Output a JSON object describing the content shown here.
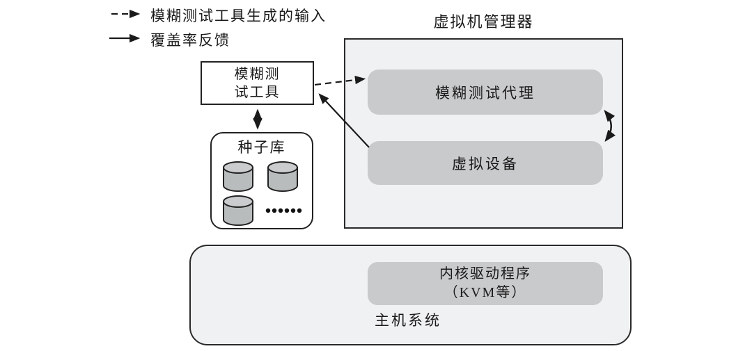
{
  "legend": {
    "dashed": {
      "label": "模糊测试工具生成的输入"
    },
    "solid": {
      "label": "覆盖率反馈"
    }
  },
  "fuzz_tool": {
    "line1": "模糊测",
    "line2": "试工具"
  },
  "seed_store": {
    "title": "种子库",
    "cylinder_count": 3,
    "dots_count": 6,
    "dots": "······"
  },
  "vm_manager": {
    "title": "虚拟机管理器",
    "fuzz_agent": {
      "label": "模糊测试代理"
    },
    "virtual_device": {
      "label": "虚拟设备"
    }
  },
  "host_system": {
    "label": "主机系统",
    "kernel_driver": {
      "line1": "内核驱动程序",
      "line2": "（KVM等）"
    }
  },
  "colors": {
    "background": "#ffffff",
    "panel_fill": "#f0f1f3",
    "block_fill": "#c9cacc",
    "cylinder_fill": "#b9bcbd",
    "cylinder_top_fill": "#caccce",
    "line": "#1a1a1a",
    "border": "#222222"
  }
}
